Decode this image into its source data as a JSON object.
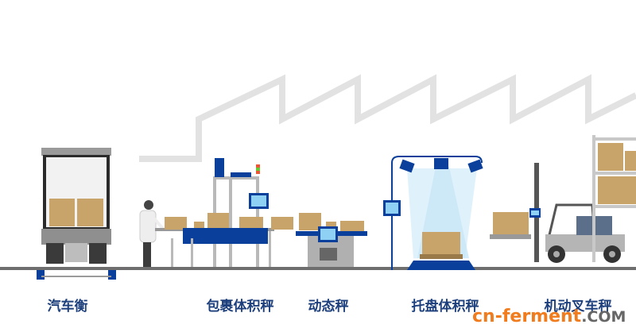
{
  "labels": {
    "truck_scale": "汽车衡",
    "parcel_dimensioner": "包裹体积秤",
    "dynamic_scale": "动态秤",
    "pallet_dimensioner": "托盘体积秤",
    "forklift_scale": "机动叉车秤"
  },
  "watermark": {
    "main": "cn-ferment",
    "suffix": ".COM"
  },
  "colors": {
    "blue": "#0a3f9b",
    "box": "#c9a46a",
    "label": "#1d3f7c",
    "grey": "#b9b9b9"
  }
}
